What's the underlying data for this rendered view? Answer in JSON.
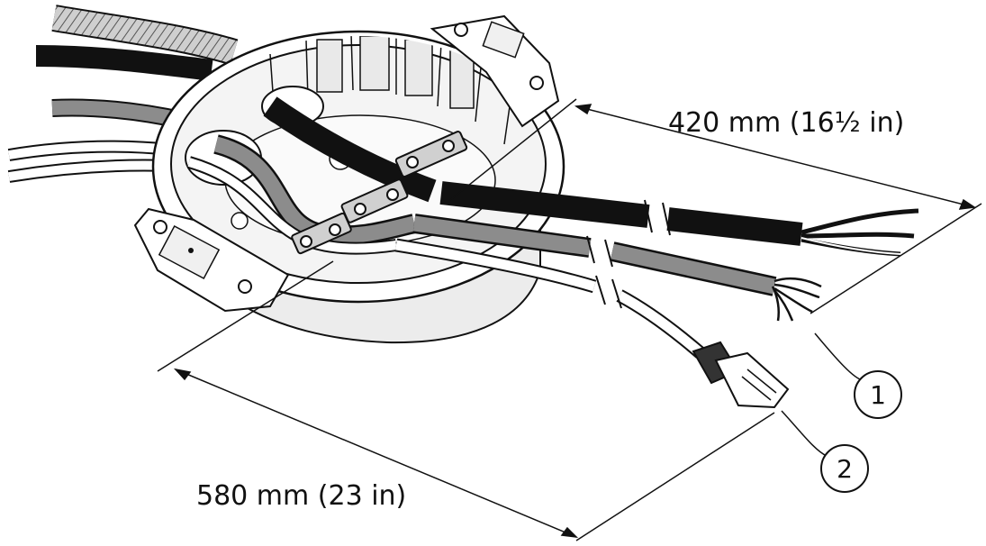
{
  "dimensions": {
    "upper": "420 mm (16½ in)",
    "lower": "580 mm (23 in)"
  },
  "callouts": [
    {
      "label": "1"
    },
    {
      "label": "2"
    }
  ],
  "colors": {
    "line": "#111111",
    "dark_cable": "#1a1a1a",
    "grey_cable": "#8c8c8c",
    "light_cable": "#f2f2f2",
    "housing_shadow": "#e6e6e6"
  }
}
